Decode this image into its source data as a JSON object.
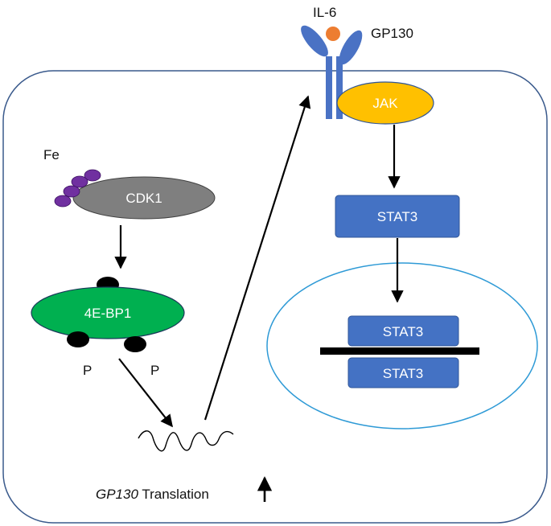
{
  "labels": {
    "il6": "IL-6",
    "gp130": "GP130",
    "jak": "JAK",
    "stat3_cytoplasm": "STAT3",
    "stat3_nucleus_top": "STAT3",
    "stat3_nucleus_bottom": "STAT3",
    "fe": "Fe",
    "cdk1": "CDK1",
    "eif4ebp1": "4E-BP1",
    "phospho_left": "P",
    "phospho_right": "P",
    "translation_gene": "GP130",
    "translation_word": " Translation"
  },
  "colors": {
    "cell_outline": "#3a5a8c",
    "nucleus_outline": "#2e9ad6",
    "receptor": "#4a72c4",
    "il6_ligand": "#ed7d31",
    "jak": "#ffc000",
    "jak_outline": "#2f5597",
    "stat3": "#4472c4",
    "stat3_outline": "#2f5597",
    "iron": "#7030a0",
    "cdk1": "#7f7f7f",
    "eif4ebp1": "#00b050",
    "phospho": "#000000",
    "arrow": "#000000"
  },
  "icons": {
    "translation_up": "arrow-up-icon",
    "mrna": "mrna-squiggle-icon"
  }
}
